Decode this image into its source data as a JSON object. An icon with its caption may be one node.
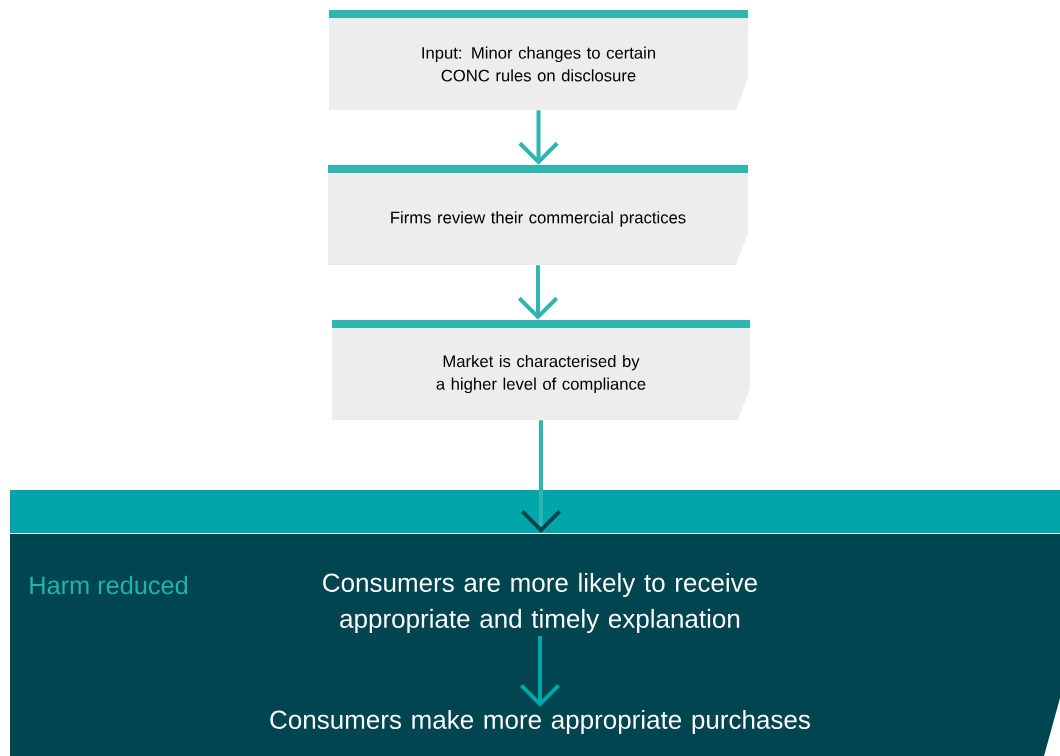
{
  "diagram": {
    "nodes": [
      {
        "text": [
          "Input: Minor changes to certain CONC rules on disclosure"
        ]
      },
      {
        "text": [
          "Firms review their commercial practices"
        ]
      },
      {
        "text": [
          "Market is characterised by a higher level of compliance"
        ]
      },
      {
        "text": [
          "Harm reduced"
        ]
      },
      {
        "text": [
          "Consumers are more likely to receive appropriate and timely explanation"
        ],
        "in": 3
      },
      {
        "text": [
          "Consumers make more appropriate purchases"
        ],
        "in": 3
      }
    ],
    "edges": [
      {
        "from": 0,
        "to": 1,
        "arrow": "to"
      },
      {
        "from": 1,
        "to": 2,
        "arrow": "to"
      },
      {
        "from": 2,
        "to": 3,
        "arrow": "to"
      },
      {
        "from": 4,
        "to": 5,
        "arrow": "to"
      }
    ]
  }
}
